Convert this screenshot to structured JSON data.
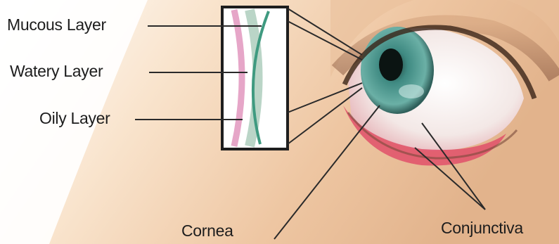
{
  "labels": {
    "mucous": "Mucous Layer",
    "watery": "Watery Layer",
    "oily": "Oily Layer",
    "cornea": "Cornea",
    "conjunctiva": "Conjunctiva"
  },
  "colors": {
    "skin": "#f1cfad",
    "iris": "#3f8a82",
    "conjunctiva_red": "#e0506a",
    "mucous_layer": "#a9cbb9",
    "watery_layer": "#3f9a80",
    "oily_layer": "#e6a6c8",
    "leader_line": "#2a2a2a"
  }
}
